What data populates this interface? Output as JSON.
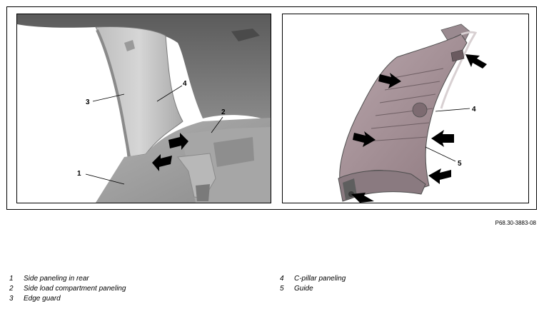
{
  "callouts": {
    "left": [
      "1",
      "2",
      "3",
      "4"
    ],
    "right": [
      "4",
      "5"
    ]
  },
  "reference_code": "P68.30-3883-08",
  "legend": [
    {
      "number": "1",
      "label": "Side paneling in rear"
    },
    {
      "number": "2",
      "label": "Side load compartment paneling"
    },
    {
      "number": "3",
      "label": "Edge guard"
    },
    {
      "number": "4",
      "label": "C-pillar paneling"
    },
    {
      "number": "5",
      "label": "Guide"
    }
  ],
  "colors": {
    "panel_dark": "#6e6e6e",
    "panel_mid": "#9a9a9a",
    "panel_light": "#c8c8c8",
    "paneling_pink": "#a8949a",
    "arrow": "#000000"
  }
}
